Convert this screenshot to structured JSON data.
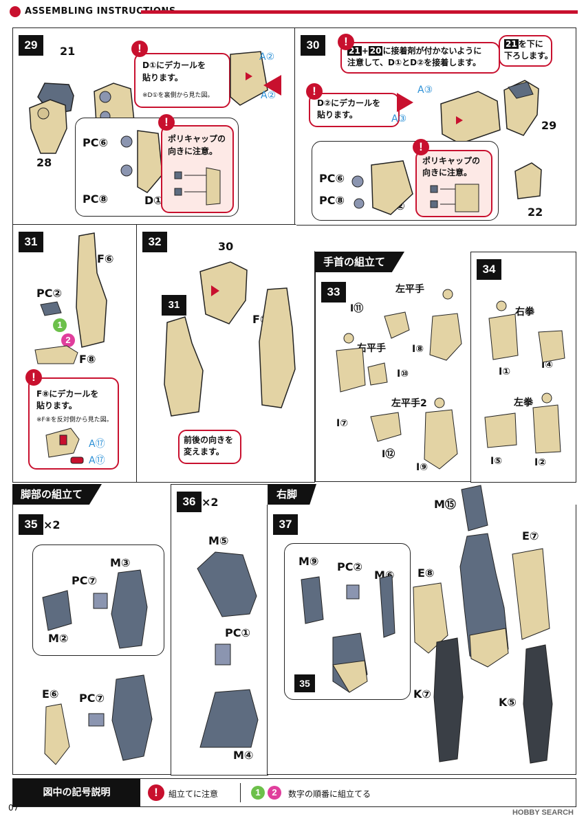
{
  "header": {
    "title": "ASSEMBLING INSTRUCTIONS"
  },
  "colors": {
    "accent": "#c8102e",
    "tan": "#e3d3a4",
    "slate": "#5e6c80",
    "dark": "#3a3f46",
    "decal_blue": "#2a8fd6"
  },
  "step29": {
    "num": "29",
    "parts": {
      "p21": "21",
      "p28": "28",
      "pc6": "PC⑥",
      "pc8": "PC⑧",
      "d1": "D①",
      "a2a": "A②",
      "a2b": "A②"
    },
    "callout_decal": {
      "l1": "D①にデカールを",
      "l2": "貼ります。",
      "note": "※D①を裏側から見た図。"
    },
    "callout_poly": {
      "l1": "ポリキャップの",
      "l2": "向きに注意。"
    }
  },
  "step30": {
    "num": "30",
    "parts": {
      "p29": "29",
      "p22": "22",
      "pc6": "PC⑥",
      "pc8": "PC⑧",
      "d2": "D②",
      "a3a": "A③",
      "a3b": "A③"
    },
    "callout_glue": {
      "b21": "21",
      "b20": "20",
      "l1": "に接着剤が付かないように",
      "l2": "注意して、D①とD②を接着します。"
    },
    "callout_down": {
      "b21": "21",
      "l1": "を下に",
      "l2": "下ろします。"
    },
    "callout_decal": {
      "l1": "D②にデカールを",
      "l2": "貼ります。"
    },
    "callout_poly": {
      "l1": "ポリキャップの",
      "l2": "向きに注意。"
    }
  },
  "step31": {
    "num": "31",
    "parts": {
      "f6": "F⑥",
      "pc2": "PC②",
      "f8": "F⑧",
      "a17a": "A⑰",
      "a17b": "A⑰"
    },
    "badges": {
      "b1": "1",
      "b2": "2"
    },
    "callout": {
      "l1": "F⑧にデカールを",
      "l2": "貼ります。",
      "note": "※F⑧を反対側から見た図。"
    }
  },
  "step32": {
    "num": "32",
    "parts": {
      "p30": "30",
      "p31": "31",
      "f10": "F⑩"
    },
    "callout": {
      "l1": "前後の向きを",
      "l2": "変えます。"
    }
  },
  "section_wrist": "手首の組立て",
  "step33": {
    "num": "33",
    "labels": {
      "left_flat": "左平手",
      "right_flat": "右平手",
      "left_flat2": "左平手2"
    },
    "parts": {
      "i11": "I⑪",
      "i8": "I⑧",
      "i10": "I⑩",
      "i7": "I⑦",
      "i12": "I⑫",
      "i9": "I⑨"
    }
  },
  "step34": {
    "num": "34",
    "labels": {
      "right_fist": "右拳",
      "left_fist": "左拳"
    },
    "parts": {
      "i1": "I①",
      "i4": "I④",
      "i5": "I⑤",
      "i2": "I②"
    }
  },
  "section_leg": "脚部の組立て",
  "step35": {
    "num": "35",
    "times": "×2",
    "parts": {
      "m3": "M③",
      "pc7a": "PC⑦",
      "m2": "M②",
      "e6": "E⑥",
      "pc7b": "PC⑦"
    }
  },
  "step36": {
    "num": "36",
    "times": "×2",
    "parts": {
      "m5": "M⑤",
      "pc1": "PC①",
      "m4": "M④"
    }
  },
  "section_right_leg": "右脚",
  "step37": {
    "num": "37",
    "parts": {
      "m15": "M⑮",
      "e7": "E⑦",
      "m9": "M⑨",
      "pc2": "PC②",
      "m6": "M⑥",
      "e8": "E⑧",
      "p35": "35",
      "k7": "K⑦",
      "k5": "K⑤"
    }
  },
  "legend": {
    "title": "図中の記号説明",
    "caution": "組立てに注意",
    "order": "数字の順番に組立てる",
    "b1": "1",
    "b2": "2"
  },
  "page": {
    "number": "07"
  },
  "watermark": "HOBBY SEARCH"
}
